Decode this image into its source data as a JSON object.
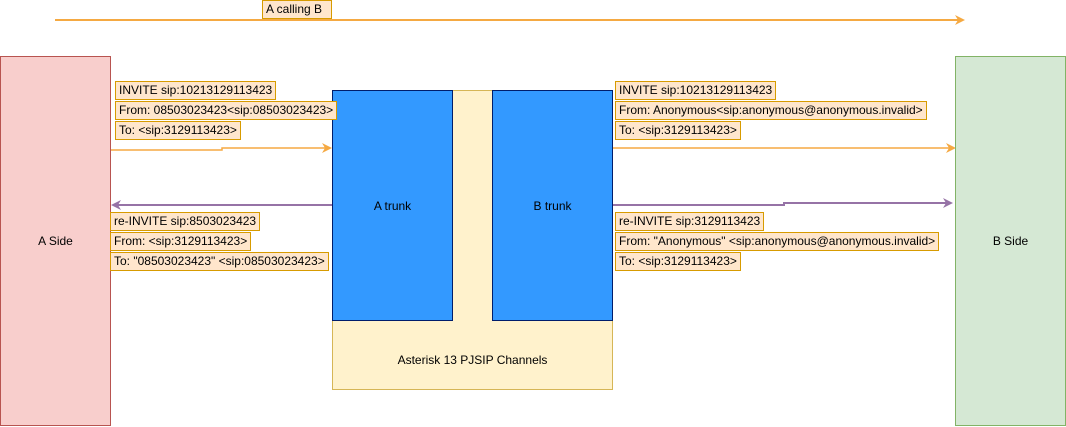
{
  "title": "A calling B",
  "a_side": {
    "label": "A Side"
  },
  "b_side": {
    "label": "B Side"
  },
  "asterisk": {
    "label": "Asterisk 13 PJSIP Channels"
  },
  "a_trunk": {
    "label": "A trunk"
  },
  "b_trunk": {
    "label": "B trunk"
  },
  "left_invite": {
    "line1": "INVITE sip:10213129113423",
    "line2": "From: 08503023423<sip:08503023423>",
    "line3": "To: <sip:3129113423>"
  },
  "right_invite": {
    "line1": "INVITE sip:10213129113423",
    "line2": "From: Anonymous<sip:anonymous@anonymous.invalid>",
    "line3": "To: <sip:3129113423>"
  },
  "left_reinvite": {
    "line1": "re-INVITE sip:8503023423",
    "line2": "From: <sip:3129113423>",
    "line3": "To: \"08503023423\" <sip:08503023423>"
  },
  "right_reinvite": {
    "line1": "re-INVITE sip:3129113423",
    "line2": "From: \"Anonymous\" <sip:anonymous@anonymous.invalid>",
    "line3": "To: <sip:3129113423>"
  },
  "colors": {
    "invite_arrow": "#f5a942",
    "reinvite_arrow": "#9673a6",
    "a_side_fill": "#f8cecc",
    "b_side_fill": "#d5e8d4",
    "trunk_fill": "#3399ff",
    "asterisk_fill": "#fff2cc",
    "label_fill": "#ffe6cc"
  }
}
